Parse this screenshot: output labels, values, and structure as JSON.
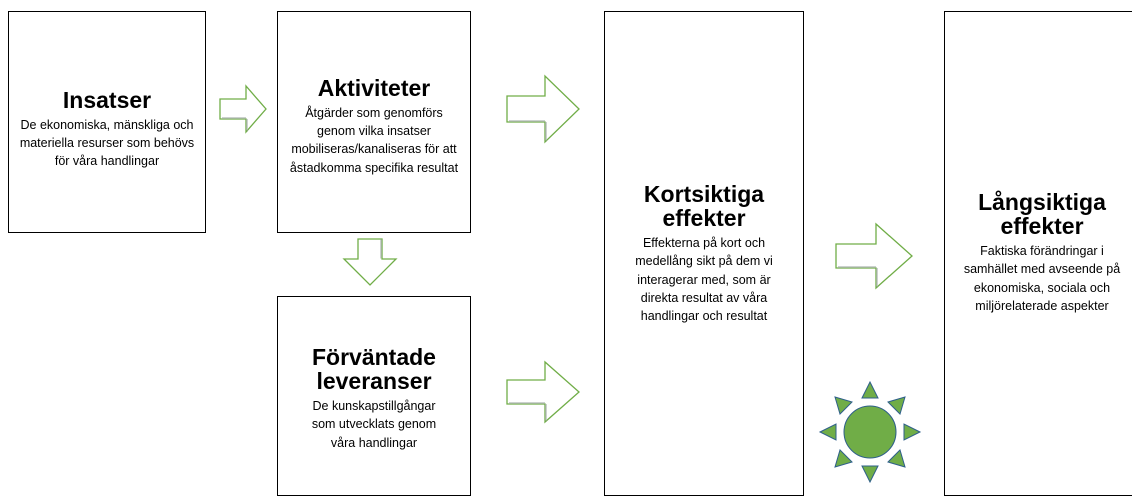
{
  "boxes": {
    "insatser": {
      "title": "Insatser",
      "desc": "De ekonomiska, mänskliga och materiella resurser som behövs för våra handlingar"
    },
    "aktiviteter": {
      "title": "Aktiviteter",
      "desc": "Åtgärder som genomförs genom vilka insatser mobiliseras/kanaliseras för att åstadkomma specifika resultat"
    },
    "forvantade": {
      "title": "Förväntade leveranser",
      "desc": "De kunskapstillgångar som utvecklats genom våra handlingar"
    },
    "kortsiktiga": {
      "title": "Kortsiktiga effekter",
      "desc": "Effekterna på kort och medellång sikt på dem vi interagerar med, som är direkta resultat av våra handlingar och resultat"
    },
    "langsiktiga": {
      "title": "Långsiktiga effekter",
      "desc": "Faktiska förändringar i samhället med avseende på ekonomiska, sociala och miljörelaterade aspekter"
    }
  },
  "colors": {
    "arrow_stroke": "#70ad47",
    "sun_fill": "#70ad47",
    "sun_rays": "#70ad47",
    "sun_stroke": "#2e5f8a",
    "box_border": "#000000"
  },
  "icons": [
    "arrow-right-icon",
    "arrow-down-icon",
    "sun-icon"
  ]
}
